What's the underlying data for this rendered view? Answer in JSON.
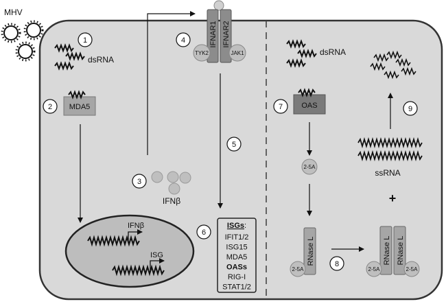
{
  "virus_label": "MHV",
  "dsrna_label": "dsRNA",
  "mda5_label": "MDA5",
  "oas_label": "OAS",
  "ifnar1_label": "IFNAR1",
  "ifnar2_label": "IFNAR2",
  "tyk2_label": "TYK2",
  "jak1_label": "JAK1",
  "ifnb_label": "IFNβ",
  "nucleus": {
    "gene1_label": "IFNβ",
    "gene2_label": "ISG"
  },
  "mediator_label": "2-5A",
  "rnase_label": "RNase L",
  "ssrna_label": "ssRNA",
  "plus_label": "+",
  "isg_box": {
    "title": "ISGs",
    "colon": ":",
    "items": [
      {
        "text": "IFIT1/2",
        "bold": false
      },
      {
        "text": "ISG15",
        "bold": false
      },
      {
        "text": "MDA5",
        "bold": false
      },
      {
        "text": "OASs",
        "bold": true
      },
      {
        "text": "RIG-I",
        "bold": false
      },
      {
        "text": "STAT1/2",
        "bold": false
      }
    ]
  },
  "steps": [
    "1",
    "2",
    "3",
    "4",
    "5",
    "6",
    "7",
    "8",
    "9"
  ],
  "colors": {
    "cell_fill": "#d9d9d9",
    "cell_stroke": "#333333",
    "receptor_fill": "#8c8c8c",
    "kinase_fill": "#bfbfbf",
    "nucleus_fill": "#bdbdbd",
    "oas_fill": "#7a7a7a",
    "mda5_fill": "#a6a6a6"
  }
}
